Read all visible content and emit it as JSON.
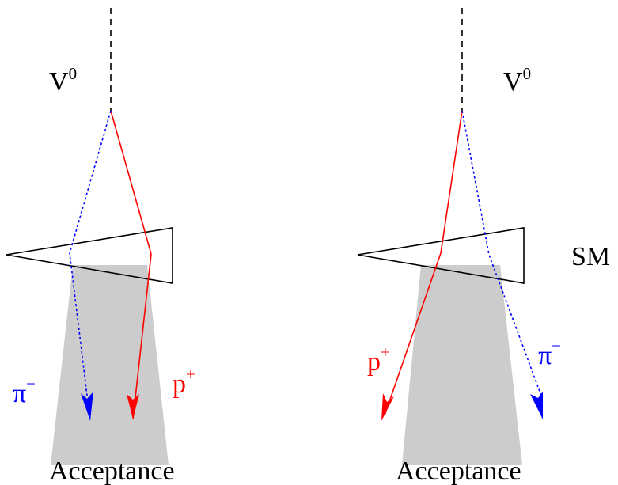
{
  "labels": {
    "v0_base": "V",
    "v0_sup": "0",
    "proton_base": "p",
    "proton_sup": "+",
    "pion_base": "π",
    "pion_sup": "−",
    "sm": "SM",
    "acceptance": "Acceptance"
  },
  "colors": {
    "proton": "#ff0000",
    "pion": "#0000ff",
    "acceptance_fill": "#cccccc",
    "outline": "#000000"
  }
}
